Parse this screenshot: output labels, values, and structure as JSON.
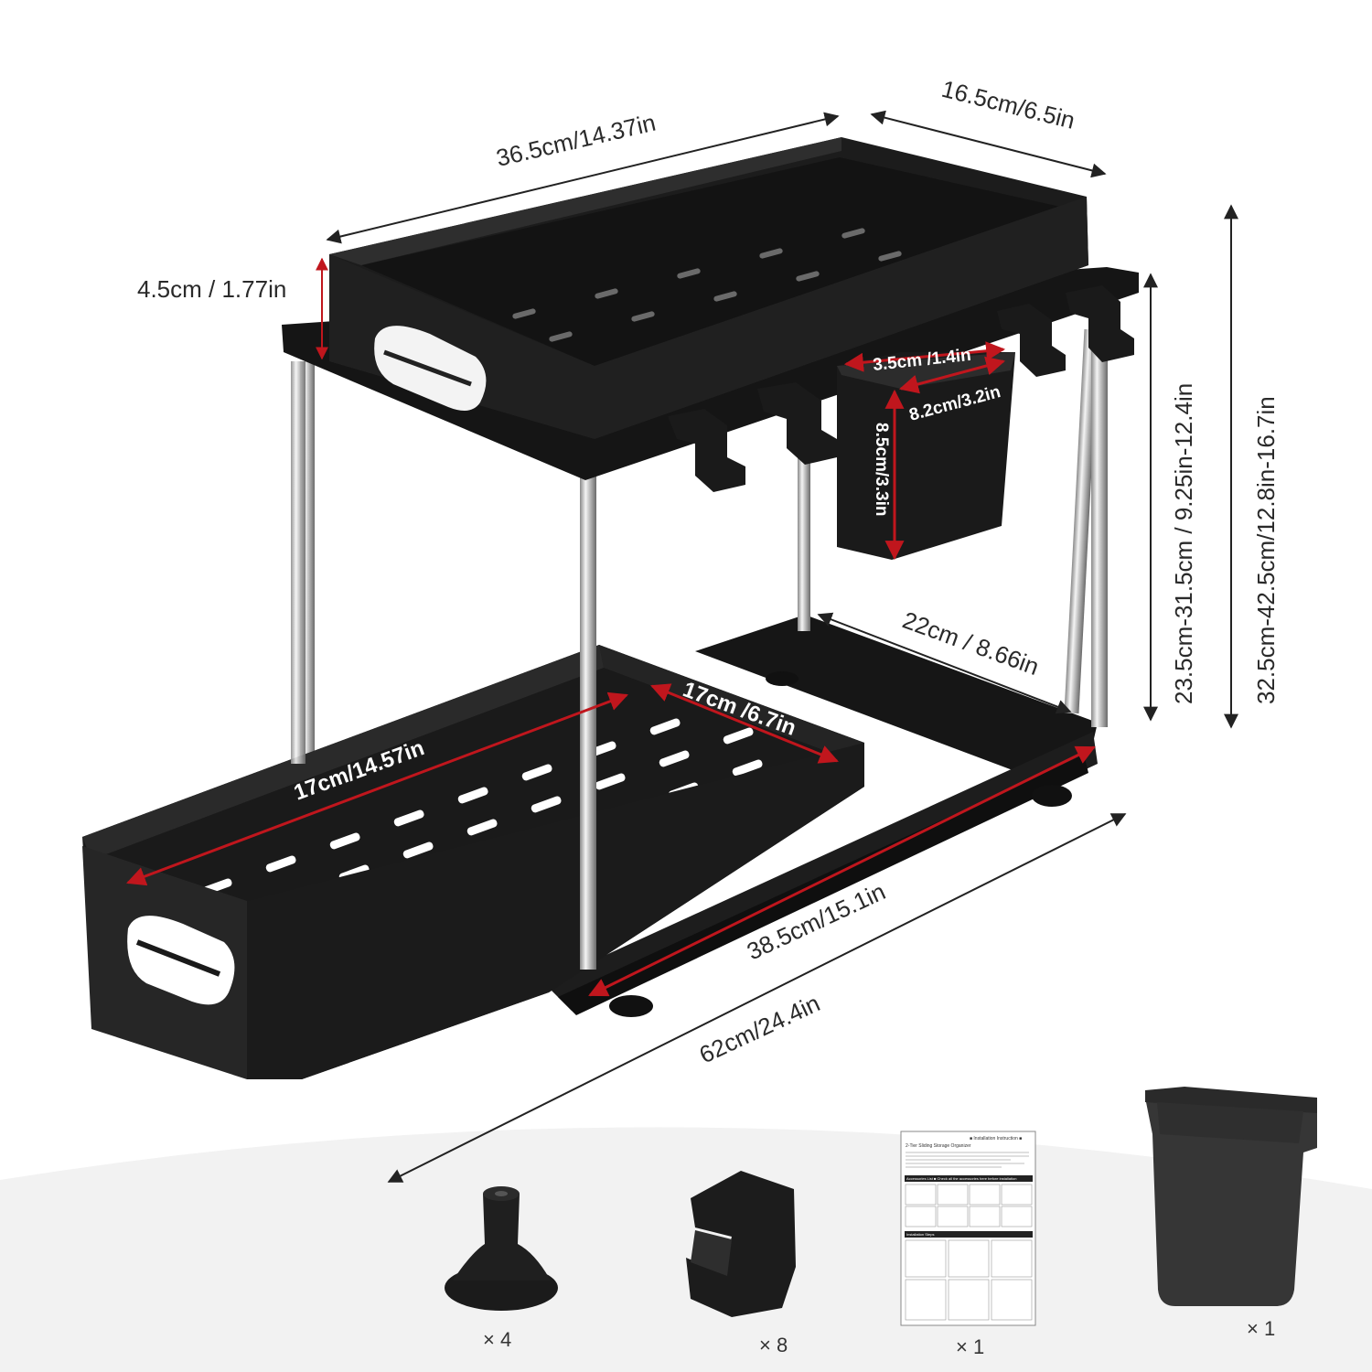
{
  "dimensions": {
    "top_length": "36.5cm/14.37in",
    "top_depth": "16.5cm/6.5in",
    "tray_height": "4.5cm / 1.77in",
    "cup_width": "3.5cm /1.4in",
    "cup_depth": "8.2cm/3.2in",
    "cup_height": "8.5cm/3.3in",
    "tier_gap": "23.5cm-31.5cm / 9.25in-12.4in",
    "total_height": "32.5cm-42.5cm/12.8in-16.7in",
    "base_depth": "22cm / 8.66in",
    "lower_depth": "17cm /6.7in",
    "lower_length": "17cm/14.57in",
    "base_length": "38.5cm/15.1in",
    "extended_length": "62cm/24.4in"
  },
  "accessories": [
    {
      "name": "suction-foot",
      "qty": "× 4"
    },
    {
      "name": "hook",
      "qty": "× 8"
    },
    {
      "name": "instruction-sheet",
      "qty": "× 1"
    },
    {
      "name": "hanging-cup",
      "qty": "× 1"
    }
  ],
  "instruction_sheet": {
    "heading": "2-Tier Sliding Storage Organizer",
    "header_right": "■ Installation Instruction ■",
    "section_accessories": "Accessories List ■ Check all the accessories here before installation",
    "section_steps": "Installation Steps"
  },
  "colors": {
    "product": "#1b1b1b",
    "dim_line_red": "#c0161d",
    "chrome": "#cfcfcf"
  }
}
